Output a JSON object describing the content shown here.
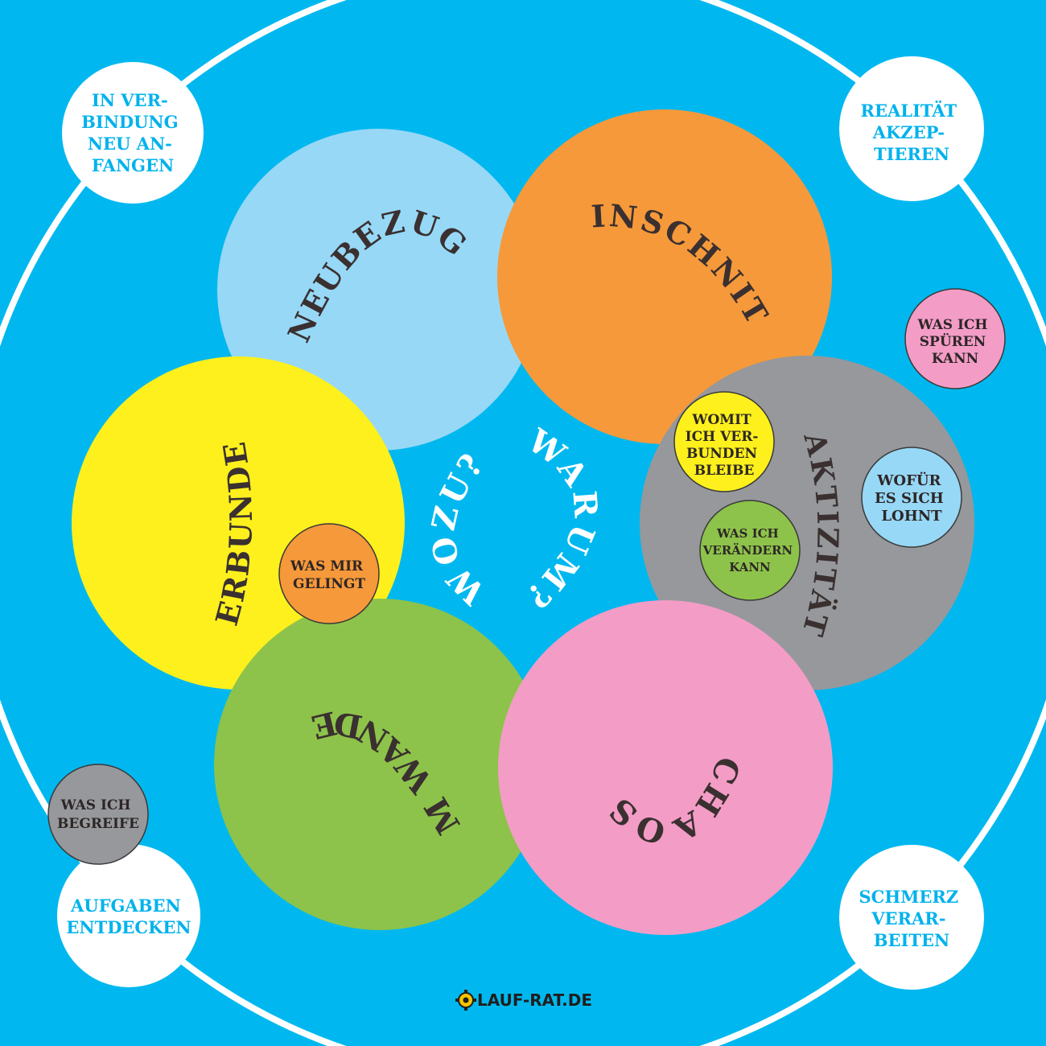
{
  "colors": {
    "background": "#00b8ef",
    "light_blue": "#97d8f6",
    "orange": "#f6993a",
    "yellow": "#fdf01c",
    "gray": "#96989c",
    "green": "#8dc34a",
    "pink": "#f39cc6",
    "white": "#ffffff",
    "corner_text": "#00b2ec"
  },
  "center": {
    "left_question": "WOZU?",
    "right_question": "WARUM?"
  },
  "petals": {
    "neubezug": "NEUBEZUG",
    "einschnitt": "EINSCHNITT",
    "verbunden": "VERBUNDEN",
    "faktizitaet": "FAKTIZITÄT",
    "im_wandel": "IM WANDEL",
    "chaos": "CHAOS"
  },
  "corners": {
    "top_left": [
      "IN VER-",
      "BINDUNG",
      "NEU AN-",
      "FANGEN"
    ],
    "top_right": [
      "REALITÄT",
      "AKZEP-",
      "TIEREN"
    ],
    "bottom_left": [
      "AUFGABEN",
      "ENTDECKEN"
    ],
    "bottom_right": [
      "SCHMERZ",
      "VERAR-",
      "BEITEN"
    ]
  },
  "dots": {
    "was_ich_spueren_kann": [
      "WAS ICH",
      "SPÜREN",
      "KANN"
    ],
    "womit_ich_verbunden_bleibe": [
      "WOMIT",
      "ICH VER-",
      "BUNDEN",
      "BLEIBE"
    ],
    "wofuer_es_sich_lohnt": [
      "WOFÜR",
      "ES SICH",
      "LOHNT"
    ],
    "was_ich_veraendern_kann": [
      "WAS ICH",
      "VERÄNDERN",
      "KANN"
    ],
    "was_mir_gelingt": [
      "WAS MIR",
      "GELINGT"
    ],
    "was_ich_begreife": [
      "WAS ICH",
      "BEGREIFE"
    ]
  },
  "brand": {
    "logo_icon": "gear-icon",
    "text": "LAUF-RAT.DE"
  }
}
